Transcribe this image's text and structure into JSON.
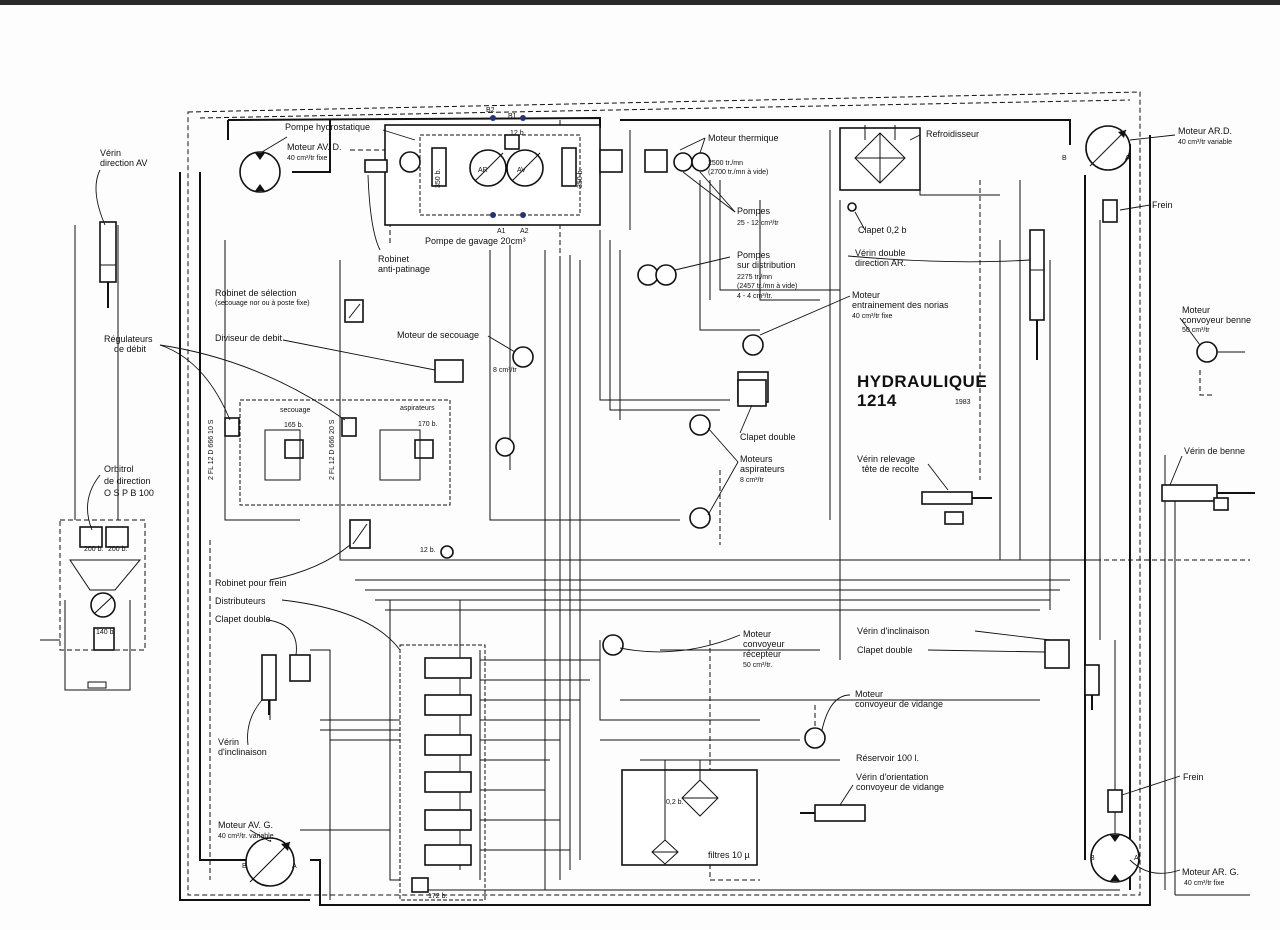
{
  "title": {
    "line1": "HYDRAULIQUE",
    "line2": "1214",
    "year": "1983"
  },
  "labels": {
    "verin_direction_av_1": "Vérin",
    "verin_direction_av_2": "direction AV",
    "moteur_av_d_1": "Moteur AV. D.",
    "moteur_av_d_2": "40 cm³/tr fixe",
    "pompe_hydrostatique": "Pompe hydrostatique",
    "moteur_thermique": "Moteur thermique",
    "regime_1": "2500 tr./mn",
    "regime_2": "(2700 tr./mn à vide)",
    "refroidisseur": "Refroidisseur",
    "moteur_ar_d_1": "Moteur AR.D.",
    "moteur_ar_d_2": "40 cm³/tr variable",
    "frein_1": "Frein",
    "pompes_1": "Pompes",
    "pompes_2": "25 - 12 cm³/tr",
    "clapet_02": "Clapet 0,2 b",
    "robinet_anti_1": "Robinet",
    "robinet_anti_2": "anti-patinage",
    "pompe_gavage": "Pompe de gavage 20cm³",
    "verin_double_ar_1": "Vérin double",
    "verin_double_ar_2": "direction AR.",
    "pompes_distrib_1": "Pompes",
    "pompes_distrib_2": "sur distribution",
    "pompes_distrib_3": "2275 tr./mn",
    "pompes_distrib_4": "(2457 tr./mn à vide)",
    "pompes_distrib_5": "4 - 4 cm³/tr.",
    "robinet_selection_1": "Robinet de sélection",
    "robinet_selection_2": "(secouage nor ou à poste fixe)",
    "moteur_noria_1": "Moteur",
    "moteur_noria_2": "entrainement des norias",
    "moteur_noria_3": "40 cm³/tr fixe",
    "moteur_conv_benne_1": "Moteur",
    "moteur_conv_benne_2": "convoyeur benne",
    "moteur_conv_benne_3": "50 cm³/tr",
    "regulateurs_1": "Régulateurs",
    "regulateurs_2": "de débit",
    "diviseur": "Diviseur de debit",
    "moteur_secouage_1": "Moteur de secouage",
    "moteur_secouage_2": "8 cm³/tr",
    "secouage": "secouage",
    "aspirateurs": "aspirateurs",
    "p_165": "165 b.",
    "p_170": "170 b.",
    "fl_1": "2 FL 12 D 666 10 S",
    "fl_2": "2 FL 12 D 666 20 S",
    "clapet_double_1": "Clapet double",
    "moteurs_asp_1": "Moteurs",
    "moteurs_asp_2": "aspirateurs",
    "moteurs_asp_3": "8 cm³/tr",
    "verin_relevage_1": "Vérin relevage",
    "verin_relevage_2": "tête de recolte",
    "verin_benne": "Vérin de benne",
    "orbitrol_1": "Orbitrol",
    "orbitrol_2": "de direction",
    "orbitrol_3": "O S P B 100",
    "p_200a": "200 b.",
    "p_200b": "200 b.",
    "p_140": "140 b.",
    "p_12": "12 b.",
    "robinet_frein": "Robinet pour frein",
    "distributeurs": "Distributeurs",
    "clapet_double_2": "Clapet double",
    "moteur_recepteur_1": "Moteur",
    "moteur_recepteur_2": "convoyeur",
    "moteur_recepteur_3": "récepteur",
    "moteur_recepteur_4": "50 cm³/tr.",
    "verin_inclinaison_r": "Vérin d'inclinaison",
    "clapet_double_3": "Clapet double",
    "verin_incl_l_1": "Vérin",
    "verin_incl_l_2": "d'inclinaison",
    "moteur_vidange_1": "Moteur",
    "moteur_vidange_2": "convoyeur de vidange",
    "reservoir": "Réservoir      100 l.",
    "verin_orient_1": "Vérin d'orientation",
    "verin_orient_2": "convoyeur de vidange",
    "frein_2": "Frein",
    "moteur_av_g_1": "Moteur AV. G.",
    "moteur_av_g_2": "40 cm³/tr. variable",
    "filtres": "filtres 10 µ",
    "p_02b": "0,2 b.",
    "p_172": "172 b.",
    "moteur_ar_g_1": "Moteur AR. G.",
    "moteur_ar_g_2": "40 cm³/tr fixe",
    "port_a1": "A1",
    "port_a2": "A2",
    "port_b1": "B1",
    "port_b2": "B2",
    "port_a": "A",
    "port_b": "B",
    "p_350a": "350 b.",
    "p_350b": "350 b.",
    "ar_1": "AR",
    "av_1": "AV"
  }
}
